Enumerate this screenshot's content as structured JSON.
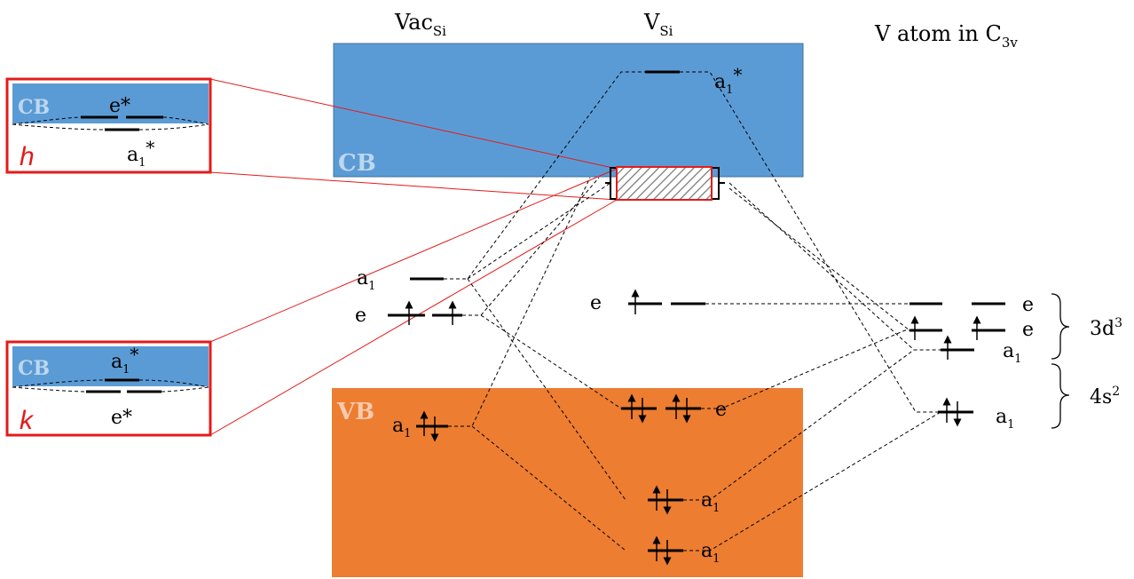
{
  "columns": {
    "vac": {
      "main": "Vac",
      "sub": "Si"
    },
    "vsi": {
      "main": "V",
      "sub": "Si"
    },
    "atom": {
      "main": "V atom in C",
      "sub": "3v"
    }
  },
  "bands": {
    "cb": "CB",
    "vb": "VB"
  },
  "levels": {
    "a1": {
      "main": "a",
      "sub": "1"
    },
    "a1_star": {
      "main": "a",
      "sub": "1",
      "sup": "*"
    },
    "e": "e",
    "e_star": "e*"
  },
  "orbitals": {
    "d": {
      "main": "3d",
      "sup": "3"
    },
    "s": {
      "main": "4s",
      "sup": "2"
    }
  },
  "insets": {
    "h": {
      "label": "h",
      "band": "CB"
    },
    "k": {
      "label": "k",
      "band": "CB"
    }
  },
  "colors": {
    "cb": "#5b9bd5",
    "vb": "#ed7d31",
    "inset_border": "#e31b1b",
    "band_label": "#bdd7ee",
    "vb_label": "#f8cbad"
  }
}
